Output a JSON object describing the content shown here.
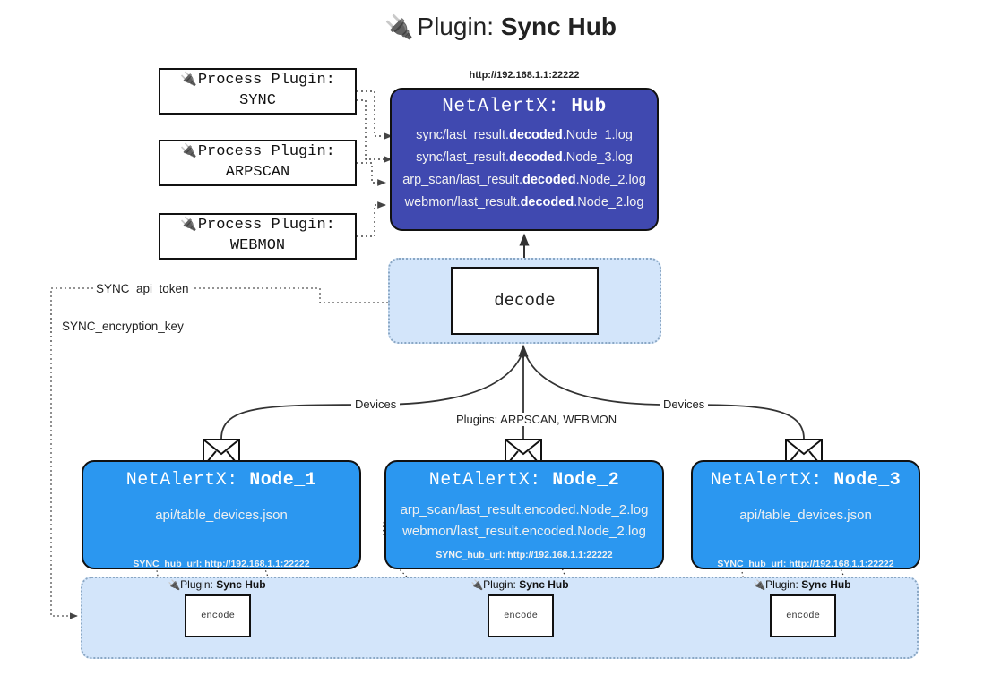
{
  "title": {
    "icon": "plug-icon",
    "prefix": "Plugin: ",
    "name": "Sync Hub"
  },
  "process_plugins": [
    {
      "label": "Process Plugin:",
      "name": "SYNC",
      "icon": "plug-icon"
    },
    {
      "label": "Process Plugin:",
      "name": "ARPSCAN",
      "icon": "plug-icon"
    },
    {
      "label": "Process Plugin:",
      "name": "WEBMON",
      "icon": "plug-icon"
    }
  ],
  "hub": {
    "url": "http://192.168.1.1:22222",
    "title_prefix": "NetAlertX: ",
    "title_name": "Hub",
    "logs": [
      {
        "pre": "sync/last_result.",
        "mid": "decoded",
        "post": ".Node_1.log"
      },
      {
        "pre": "sync/last_result.",
        "mid": "decoded",
        "post": ".Node_3.log"
      },
      {
        "pre": "arp_scan/last_result.",
        "mid": "decoded",
        "post": ".Node_2.log"
      },
      {
        "pre": "webmon/last_result.",
        "mid": "decoded",
        "post": ".Node_2.log"
      }
    ]
  },
  "decode": {
    "label": "decode"
  },
  "settings_paths": [
    {
      "label": "SYNC_api_token"
    },
    {
      "label": "SYNC_encryption_key"
    }
  ],
  "edge_labels": {
    "left_devices": "Devices",
    "center_plugins": "Plugins: ARPSCAN, WEBMON",
    "right_devices": "Devices"
  },
  "nodes": [
    {
      "title_prefix": "NetAlertX: ",
      "title_name": "Node_1",
      "lines": [
        "api/table_devices.json"
      ],
      "footer": "SYNC_hub_url: http://192.168.1.1:22222",
      "mail_icon": "envelope-icon"
    },
    {
      "title_prefix": "NetAlertX: ",
      "title_name": "Node_2",
      "lines": [
        "arp_scan/last_result.encoded.Node_2.log",
        "webmon/last_result.encoded.Node_2.log"
      ],
      "footer": "SYNC_hub_url: http://192.168.1.1:22222",
      "mail_icon": "envelope-icon"
    },
    {
      "title_prefix": "NetAlertX: ",
      "title_name": "Node_3",
      "lines": [
        "api/table_devices.json"
      ],
      "footer": "SYNC_hub_url: http://192.168.1.1:22222",
      "mail_icon": "envelope-icon"
    }
  ],
  "encoders": [
    {
      "caption_prefix": "Plugin: ",
      "caption_name": "Sync Hub",
      "box_label": "encode",
      "icon": "plug-icon"
    },
    {
      "caption_prefix": "Plugin: ",
      "caption_name": "Sync Hub",
      "box_label": "encode",
      "icon": "plug-icon"
    },
    {
      "caption_prefix": "Plugin: ",
      "caption_name": "Sync Hub",
      "box_label": "encode",
      "icon": "plug-icon"
    }
  ],
  "colors": {
    "hub_blue": "#4049b0",
    "node_blue": "#2b97f0",
    "group_light_blue": "#d3e5fa",
    "group_border": "#8aa7c4",
    "stroke": "#333333"
  }
}
